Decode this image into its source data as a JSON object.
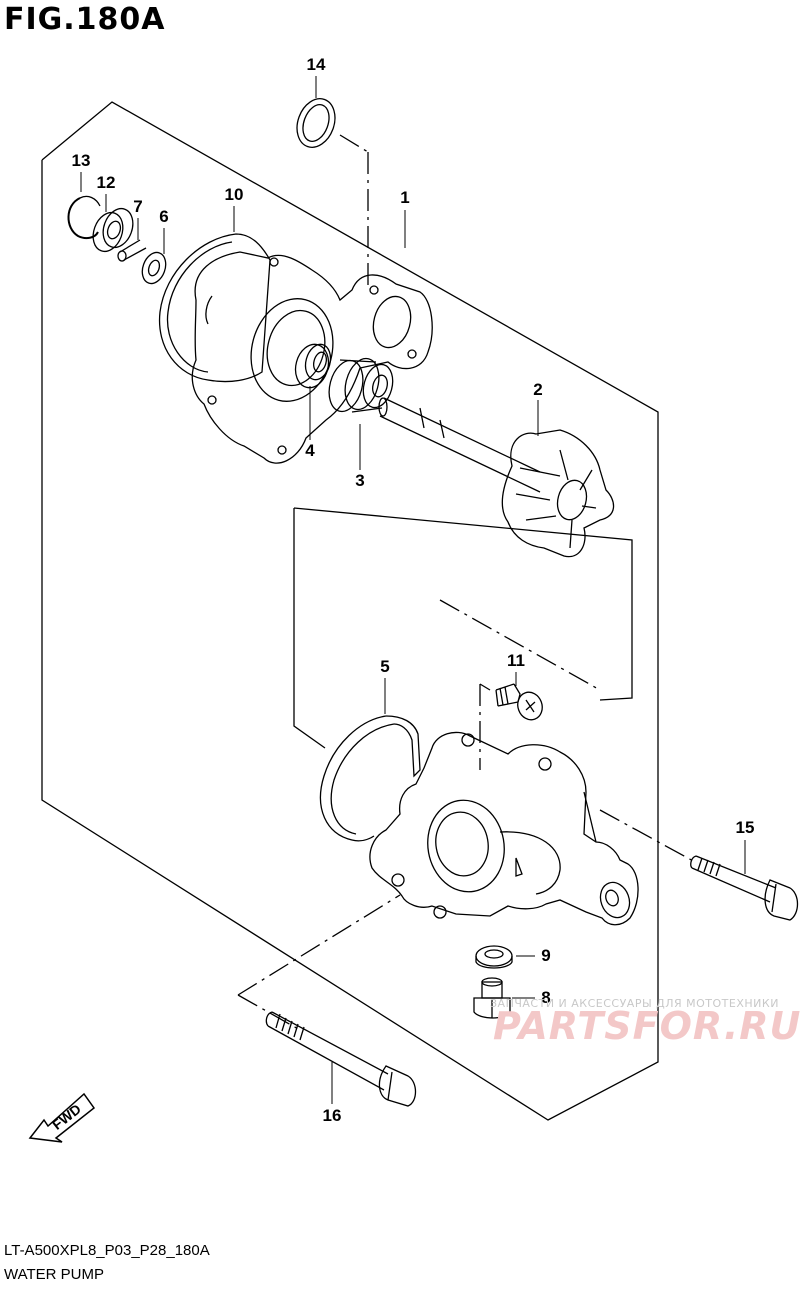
{
  "figure": {
    "title": "FIG.180A",
    "code": "LT-A500XPL8_P03_P28_180A",
    "name": "WATER PUMP",
    "fwd_label": "FWD"
  },
  "callouts": [
    {
      "num": "1"
    },
    {
      "num": "2"
    },
    {
      "num": "3"
    },
    {
      "num": "4"
    },
    {
      "num": "5"
    },
    {
      "num": "6"
    },
    {
      "num": "7"
    },
    {
      "num": "8"
    },
    {
      "num": "9"
    },
    {
      "num": "10"
    },
    {
      "num": "11"
    },
    {
      "num": "12"
    },
    {
      "num": "13"
    },
    {
      "num": "14"
    },
    {
      "num": "15"
    },
    {
      "num": "16"
    }
  ],
  "watermark": {
    "tagline": "ЗАПЧАСТИ И АКСЕССУАРЫ ДЛЯ МОТОТЕХНИКИ",
    "logo": "PARTSFOR.RU",
    "accent": "#e05050"
  }
}
